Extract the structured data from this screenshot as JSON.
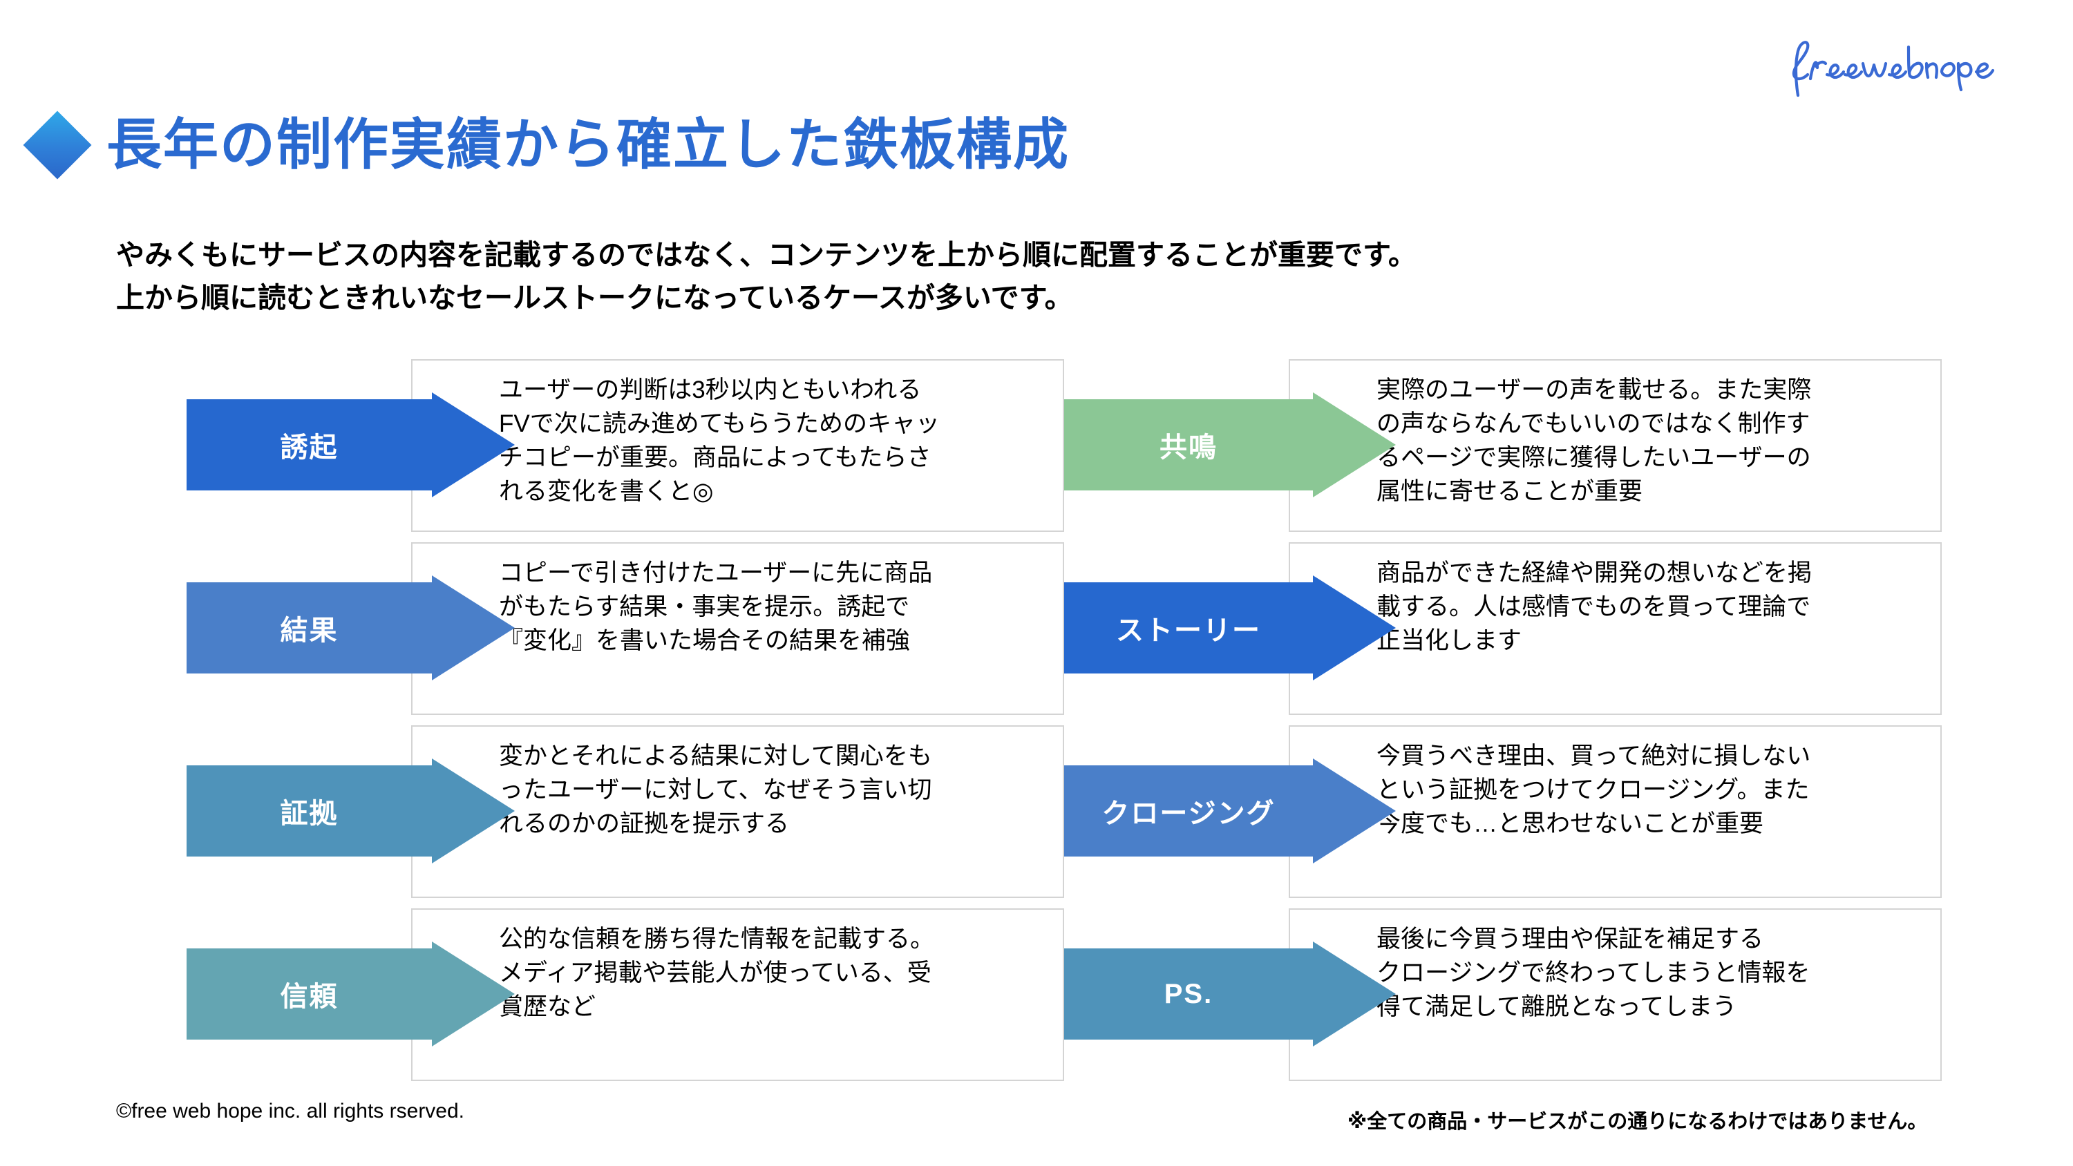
{
  "brand": {
    "logo_text": "freewebhope",
    "logo_color": "#3a6ad4"
  },
  "header": {
    "bullet_icon": "diamond-bullet-icon",
    "title": "長年の制作実績から確立した鉄板構成",
    "title_color": "#2a6ad0"
  },
  "lead": {
    "text": "やみくもにサービスの内容を記載するのではなく、コンテンツを上から順に配置することが重要です。\n上から順に読むときれいなセールストークになっているケースが多いです。"
  },
  "columns": {
    "left": [
      {
        "label": "誘起",
        "color": "#2668cf",
        "text": "ユーザーの判断は3秒以内ともいわれる\nFVで次に読み進めてもらうためのキャッ\nチコピーが重要。商品によってもたらさ\nれる変化を書くと◎"
      },
      {
        "label": "結果",
        "color": "#4a7fc9",
        "text": "コピーで引き付けたユーザーに先に商品\nがもたらす結果・事実を提示。誘起で\n『変化』を書いた場合その結果を補強"
      },
      {
        "label": "証拠",
        "color": "#4f93ba",
        "text": "変かとそれによる結果に対して関心をも\nったユーザーに対して、なぜそう言い切\nれるのかの証拠を提示する"
      },
      {
        "label": "信頼",
        "color": "#64a5b2",
        "text": "公的な信頼を勝ち得た情報を記載する。\nメディア掲載や芸能人が使っている、受\n賞歴など"
      }
    ],
    "right": [
      {
        "label": "共鳴",
        "color": "#8bc795",
        "text": "実際のユーザーの声を載せる。また実際\nの声ならなんでもいいのではなく制作す\nるページで実際に獲得したいユーザーの\n属性に寄せることが重要"
      },
      {
        "label": "ストーリー",
        "color": "#2668cf",
        "text": "商品ができた経緯や開発の想いなどを掲\n載する。人は感情でものを買って理論で\n正当化します"
      },
      {
        "label": "クロージング",
        "color": "#4a7fc9",
        "text": "今買うべき理由、買って絶対に損しない\nという証拠をつけてクロージング。また\n今度でも…と思わせないことが重要"
      },
      {
        "label": "PS.",
        "color": "#4f93ba",
        "text": "最後に今買う理由や保証を補足する\nクロージングで終わってしまうと情報を\n得て満足して離脱となってしまう"
      }
    ]
  },
  "footer": {
    "copyright": "©free web hope inc. all rights rserved.",
    "note": "※全ての商品・サービスがこの通りになるわけではありません。"
  }
}
